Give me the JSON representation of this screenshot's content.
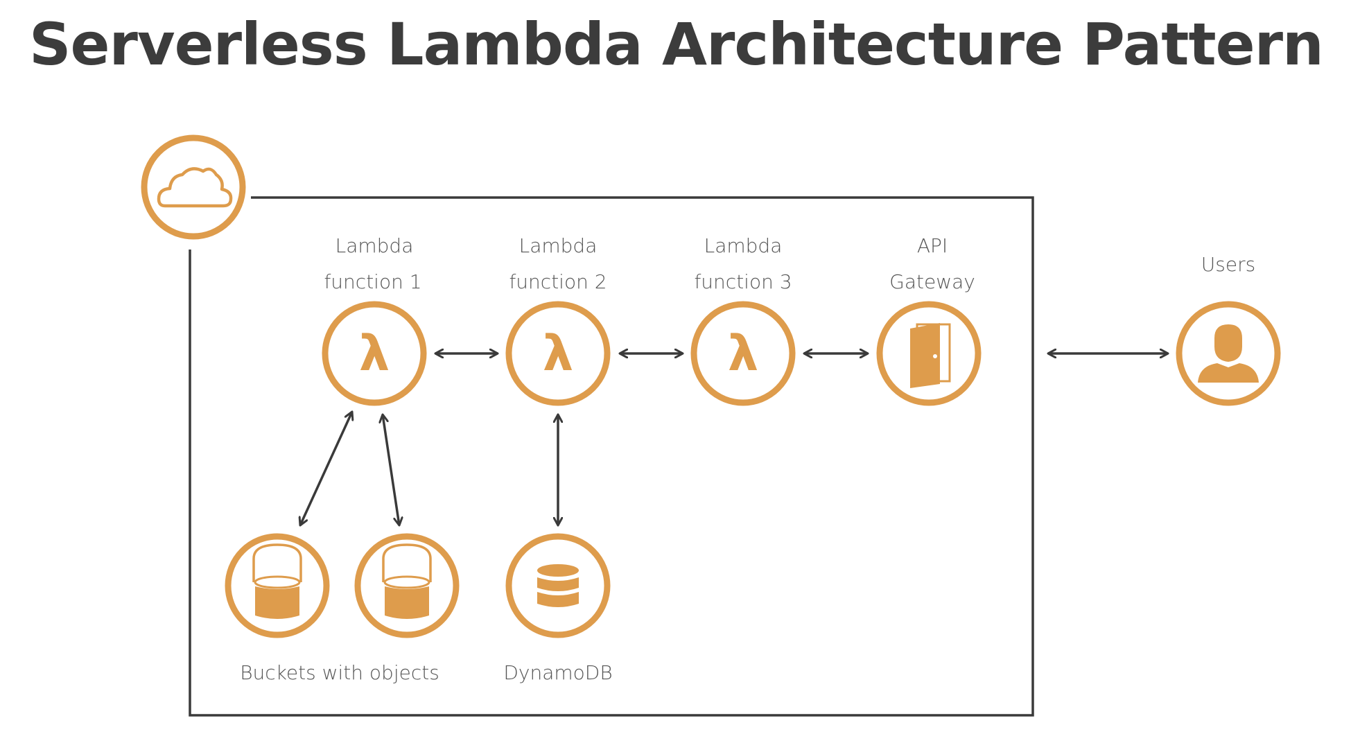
{
  "title": "Serverless Lambda Architecture Pattern",
  "colors": {
    "accent": "#DE9C4C",
    "text": "#3C3C3C",
    "line": "#3A3A3A",
    "label": "#555555"
  },
  "nodes": {
    "lambda1": {
      "line1": "Lambda",
      "line2": "function 1",
      "glyph": "λ",
      "icon": "lambda-icon"
    },
    "lambda2": {
      "line1": "Lambda",
      "line2": "function 2",
      "glyph": "λ",
      "icon": "lambda-icon"
    },
    "lambda3": {
      "line1": "Lambda",
      "line2": "function 3",
      "glyph": "λ",
      "icon": "lambda-icon"
    },
    "api_gateway": {
      "line1": "API",
      "line2": "Gateway",
      "icon": "door-icon"
    },
    "users": {
      "label": "Users",
      "icon": "user-icon"
    },
    "buckets": {
      "label": "Buckets with objects",
      "icon": "bucket-icon"
    },
    "dynamodb": {
      "label": "DynamoDB",
      "icon": "database-icon"
    },
    "cloud": {
      "icon": "cloud-icon"
    }
  }
}
